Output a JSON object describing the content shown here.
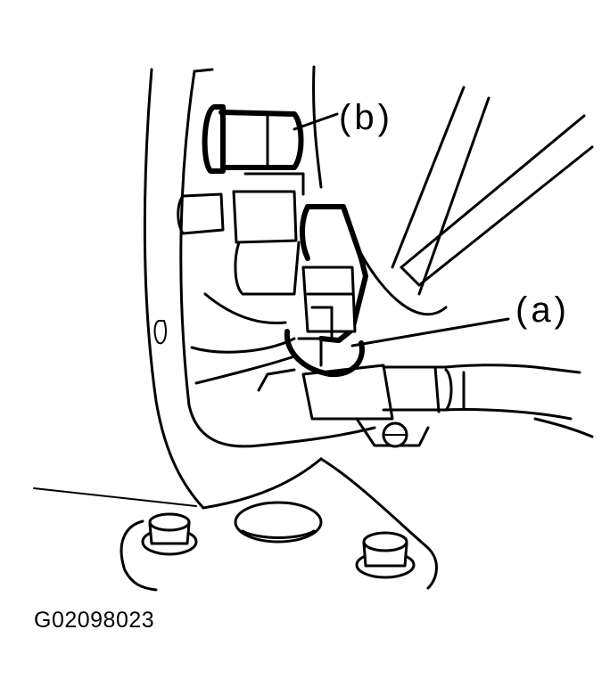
{
  "callouts": {
    "a": "(a)",
    "b": "(b)"
  },
  "figure_id": "G02098023",
  "colors": {
    "line": "#000000",
    "background": "#ffffff"
  }
}
